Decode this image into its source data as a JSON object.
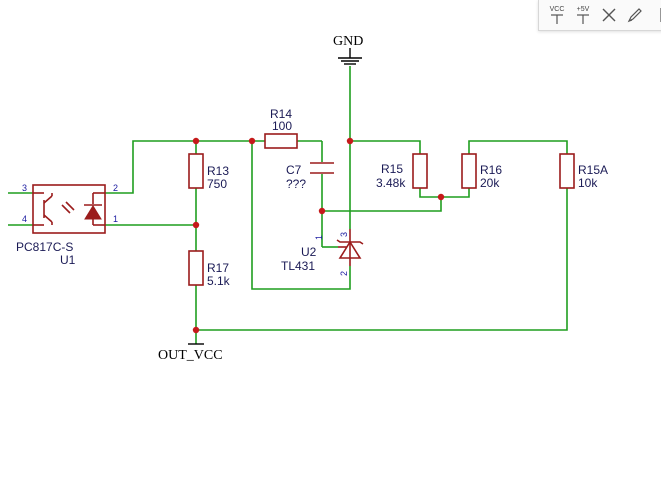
{
  "toolbar": {
    "vcc_label": "VCC",
    "plus5v_label": "+5V"
  },
  "nets": {
    "gnd": "GND",
    "out_vcc": "OUT_VCC"
  },
  "components": {
    "u1": {
      "part": "PC817C-S",
      "ref": "U1",
      "pins": [
        "3",
        "4",
        "2",
        "1"
      ]
    },
    "r13": {
      "ref": "R13",
      "value": "750"
    },
    "r17": {
      "ref": "R17",
      "value": "5.1k"
    },
    "r14": {
      "ref": "R14",
      "value": "100"
    },
    "c7": {
      "ref": "C7",
      "value": "???"
    },
    "u2": {
      "ref": "U2",
      "part": "TL431",
      "pins": [
        "1",
        "3",
        "2"
      ]
    },
    "r15": {
      "ref": "R15",
      "value": "3.48k"
    },
    "r16": {
      "ref": "R16",
      "value": "20k"
    },
    "r15a": {
      "ref": "R15A",
      "value": "10k"
    }
  },
  "colors": {
    "wire": "#1f9e1f",
    "part": "#9b1c1c",
    "junction": "#c51a1a",
    "label": "#1a1a55",
    "pin": "#1a1aa0"
  }
}
